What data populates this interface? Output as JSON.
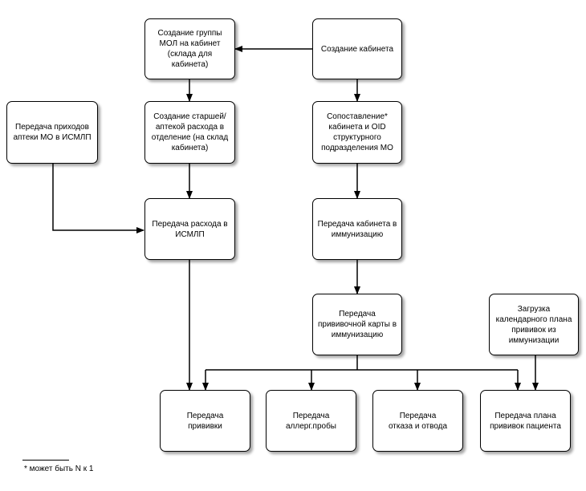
{
  "nodes": {
    "create_mol_group": "Создание группы МОЛ на кабинет (склада для кабинета)",
    "create_cabinet": "Создание кабинета",
    "create_senior": "Создание старшей/ аптекой   расхода в отделение (на склад кабинета)",
    "map_cabinet_oid": "Сопоставление* кабинета и OID структурного подразделения МО",
    "pharmacy_income": "Передача приходов аптеки МО в ИСМЛП",
    "send_expense": "Передача расхода в ИСМЛП",
    "send_cabinet": "Передача кабинета в иммунизацию",
    "send_vaccination_card": "Передача прививочной карты в иммунизацию",
    "load_calendar_plan": "Загрузка календарного плана прививок из иммунизации",
    "send_vaccination": "Передача\nпрививки",
    "send_allergy_test": "Передача\nаллерг.пробы",
    "send_refusal": "Передача\nотказа и отвода",
    "send_patient_plan": "Передача плана\nпрививок пациента"
  },
  "footnote": "* может быть N к 1"
}
